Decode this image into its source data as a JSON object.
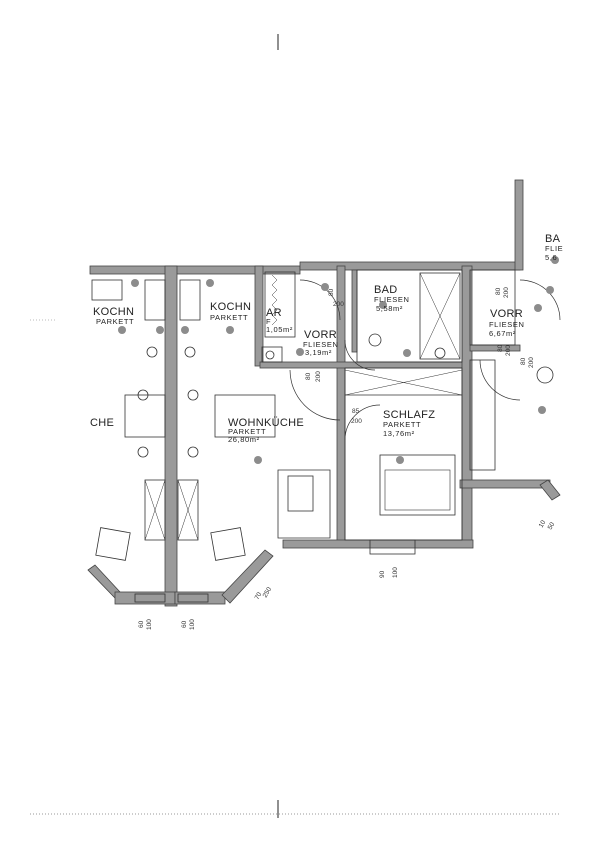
{
  "rooms": {
    "kochn_left": {
      "name": "KOCHN",
      "floor": "PARKETT"
    },
    "kochn_mid": {
      "name": "KOCHN",
      "floor": "PARKETT"
    },
    "ar": {
      "name": "AR",
      "floor": "F",
      "area": "1,05m²"
    },
    "vorr_small": {
      "name": "VORR",
      "floor": "FLIESEN",
      "area": "3,19m²"
    },
    "bad": {
      "name": "BAD",
      "floor": "FLIESEN",
      "area": "5,58m²"
    },
    "vorr_right": {
      "name": "VORR",
      "floor": "FLIESEN",
      "area": "6,67m²"
    },
    "ba_right": {
      "name": "BA",
      "floor": "FLIE",
      "area": "5,6"
    },
    "wohnkueche": {
      "name": "WOHNKÜCHE",
      "floor": "PARKETT",
      "area": "26,80m²"
    },
    "schlafz": {
      "name": "SCHLAFZ",
      "floor": "PARKETT",
      "area": "13,76m²"
    },
    "che_left": {
      "name": "CHE"
    }
  },
  "doors": [
    {
      "w": "80",
      "h": "200"
    },
    {
      "w": "80",
      "h": "200"
    },
    {
      "w": "85",
      "h": "200"
    },
    {
      "w": "80",
      "h": "200"
    },
    {
      "w": "80",
      "h": "200"
    }
  ],
  "windows": [
    {
      "w": "60",
      "h": "100"
    },
    {
      "w": "60",
      "h": "100"
    },
    {
      "w": "70",
      "h": "250"
    },
    {
      "w": "90",
      "h": "100"
    },
    {
      "w": "10",
      "h": "50"
    },
    {
      "w": "80",
      "h": "200"
    }
  ],
  "colors": {
    "wall": "#9a9a9a",
    "line": "#333333",
    "fixture": "#777777"
  }
}
